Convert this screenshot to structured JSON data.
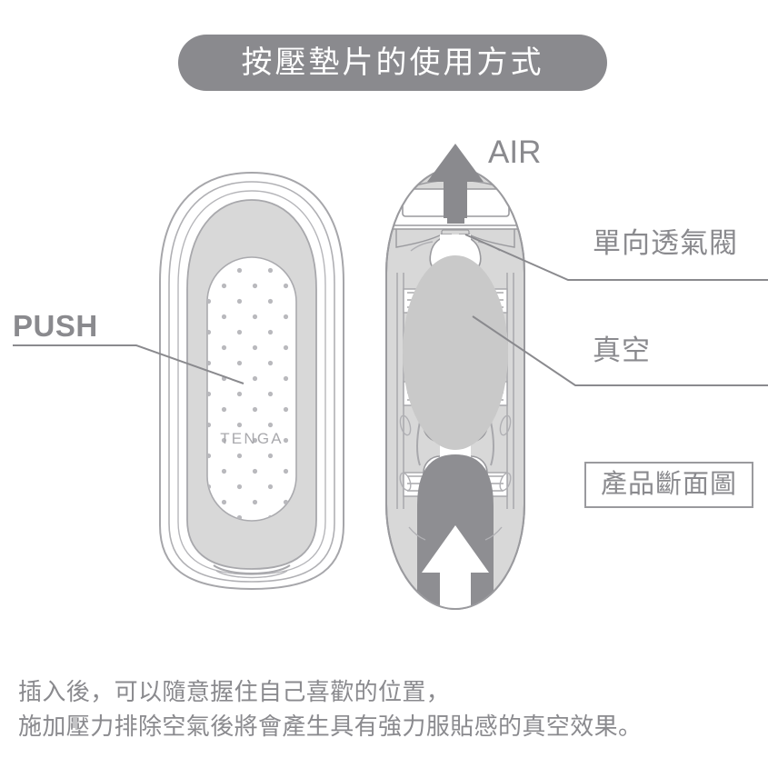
{
  "title": {
    "text": "按壓墊片的使用方式",
    "background_color": "#8a8a8e",
    "text_color": "#ffffff"
  },
  "labels": {
    "push": "PUSH",
    "air": "AIR",
    "valve": "單向透氣閥",
    "vacuum": "真空",
    "section_view": "產品斷面圖"
  },
  "brand": {
    "logo_text": "TENGA"
  },
  "caption": {
    "line1": "插入後，可以隨意握住自己喜歡的位置，",
    "line2": "施加壓力排除空氣後將會產生具有強力服貼感的真空效果。"
  },
  "colors": {
    "banner_gray": "#8a8a8e",
    "text_gray": "#8a8a8e",
    "body_light_gray": "#d8d8d8",
    "vacuum_gray": "#c9c9c9",
    "insert_dark_gray": "#8e8e92",
    "outline_gray": "#9a9a9e",
    "dot_gray": "#b9b9bd",
    "white": "#ffffff"
  }
}
